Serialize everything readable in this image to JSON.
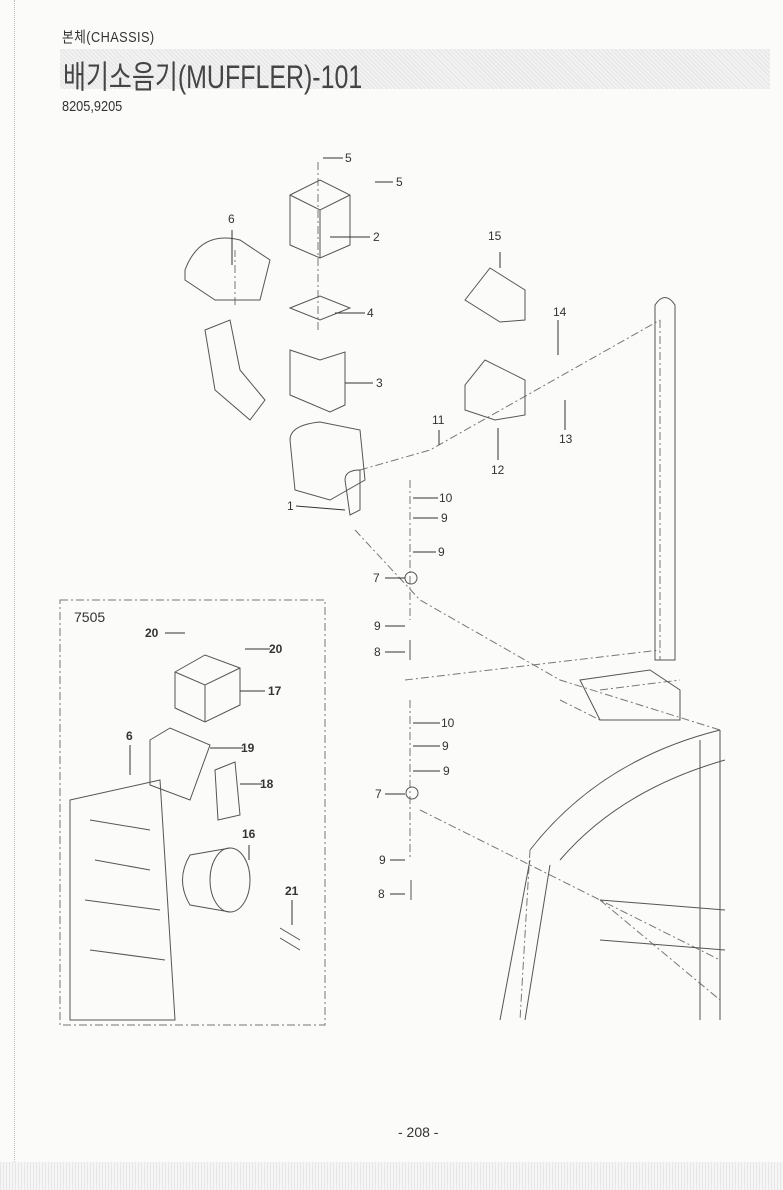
{
  "header": {
    "category": "본체(CHASSIS)",
    "title": "배기소음기(MUFFLER)-101",
    "models": "8205,9205"
  },
  "main_callouts": [
    "5",
    "5",
    "6",
    "2",
    "15",
    "4",
    "14",
    "3",
    "11",
    "13",
    "12",
    "10",
    "1",
    "9",
    "9",
    "7",
    "9",
    "8",
    "10",
    "9",
    "9",
    "7",
    "9",
    "8"
  ],
  "inset": {
    "label": "7505",
    "callouts": [
      "20",
      "20",
      "17",
      "6",
      "19",
      "18",
      "16",
      "21"
    ]
  },
  "footer": {
    "page": "- 208 -"
  }
}
